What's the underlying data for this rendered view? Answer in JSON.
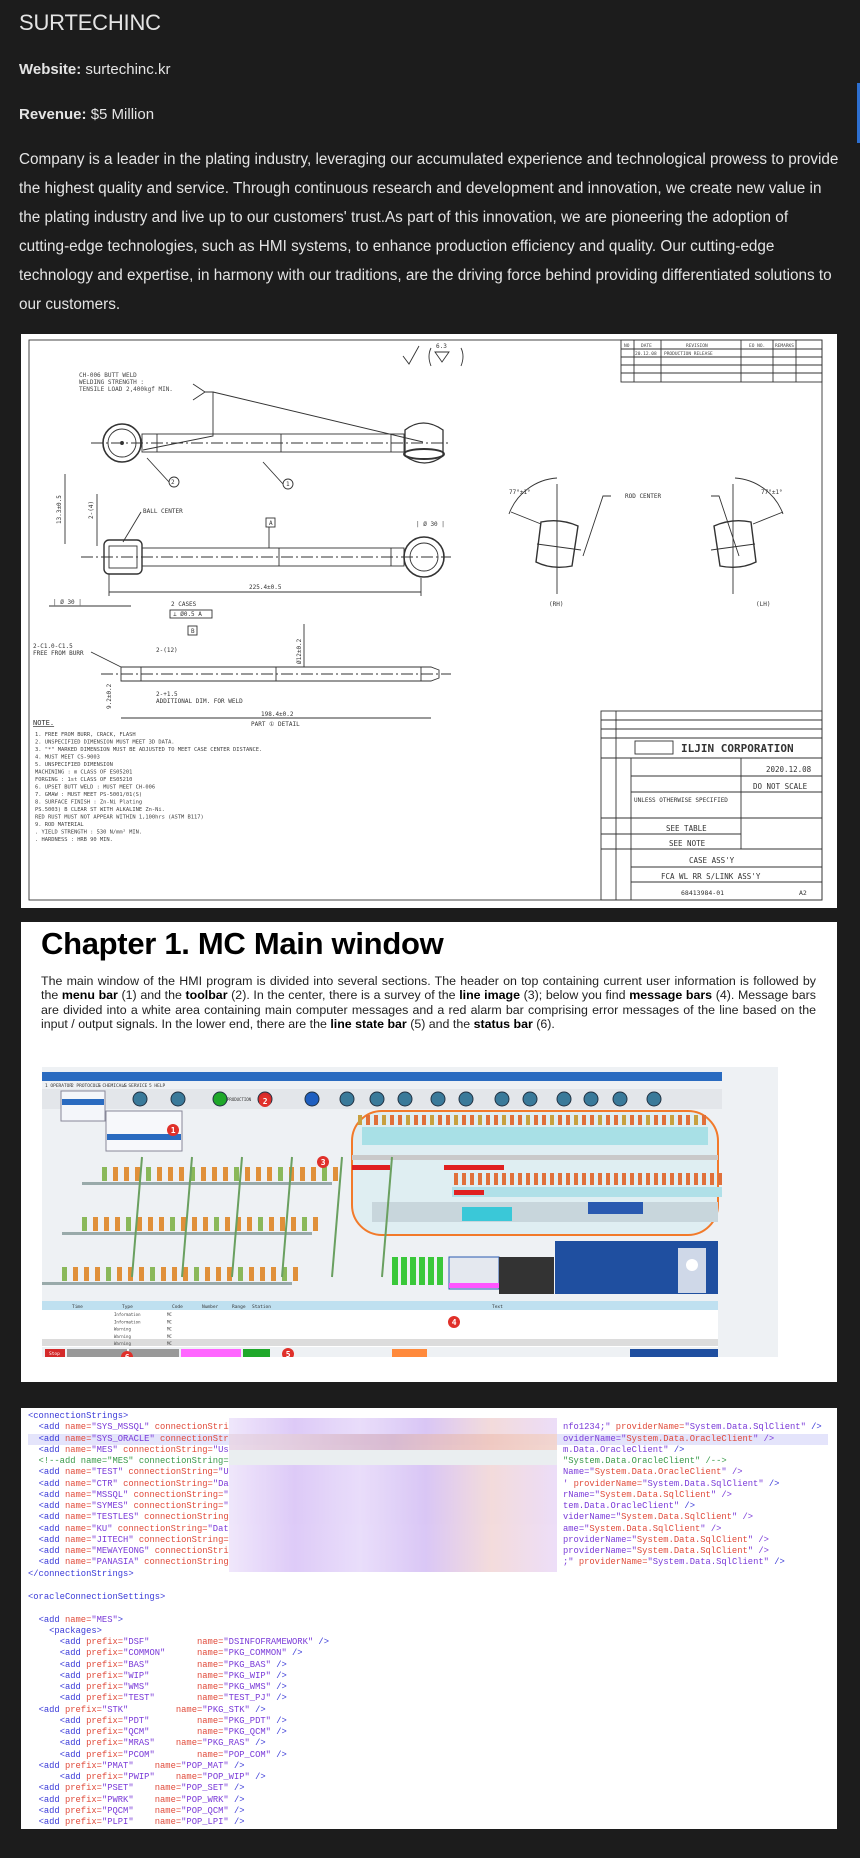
{
  "header": {
    "title": "SURTECHINC",
    "website_label": "Website:",
    "website_value": "surtechinc.kr",
    "revenue_label": "Revenue:",
    "revenue_value": "$5 Million",
    "description": "Company is a leader in the plating industry, leveraging our accumulated experience and technological prowess to provide the highest quality and service. Through continuous research and development and innovation, we create new value in the plating industry and live up to our customers' trust.As part of this innovation, we are pioneering the adoption of cutting-edge technologies, such as HMI systems, to enhance production efficiency and quality. Our cutting-edge technology and expertise, in harmony with our traditions, are the driving force behind providing differentiated solutions to our customers."
  },
  "drawing": {
    "weld_note": [
      "CH-006 BUTT WELD",
      "WELDING STRENGTH :",
      "TENSILE LOAD 2,400kgf MIN."
    ],
    "surface_symbol": "6.3",
    "balloon_1": "1",
    "balloon_2": "2",
    "dia_30": "| Ø 30 |",
    "ball_center": "BALL CENTER",
    "datum_a": "A",
    "datum_b": "B",
    "dim_13": "13.3±0.5",
    "dim_2_4": "2-(4)",
    "dim_225": "225.4±0.5",
    "two_cases": "2 CASES",
    "tolerance": "⊥ Ø0.5 A",
    "rod_center": "ROD CENTER",
    "angle": "77°±1°",
    "rh": "(RH)",
    "lh": "(LH)",
    "chamfer": [
      "2-C1.0-C1.5",
      "FREE FROM BURR"
    ],
    "dim_2_12": "2-(12)",
    "dim_12": "Ø12±0.2",
    "weld_add": [
      "2-+1.5",
      "ADDITIONAL DIM. FOR WELD"
    ],
    "dim_9": "9.2±0.2",
    "dim_198": "198.4±0.2",
    "part_detail": "PART ① DETAIL",
    "note_title": "NOTE.",
    "notes": [
      "1. FREE FROM BURR, CRACK, FLASH",
      "2. UNSPECIFIED DIMENSION MUST MEET 3D DATA.",
      "3. \"*\" MARKED DIMENSION MUST BE ADJUSTED TO MEET CASE CENTER DISTANCE.",
      "4. MUST MEET CS-9003",
      "5. UNSPECIFIED DIMENSION",
      "   MACHINING : m CLASS OF ES05201",
      "   FORGING : 1st CLASS OF ES05210",
      "6. UPSET BUTT WELD : MUST MEET CH-006",
      "7. GMAW : MUST MEET PS-5001/01(S)",
      "8. SURFACE FINISH : Zn-Ni Plating",
      "   PS.5003) B CLEAR ST WITH ALKALINE Zn-Ni.",
      "   RED RUST MUST NOT APPEAR WITHIN 1,100hrs (ASTM B117)",
      "9. ROD MATERIAL",
      "   . YIELD STRENGTH : 530 N/mm² MIN.",
      "   . HARDNESS : HRB 90 MIN."
    ],
    "revision_headers": [
      "NO",
      "DATE",
      "REVISION",
      "EO NO.",
      "REMARKS"
    ],
    "revision_row": [
      "",
      "20.12.08",
      "PRODUCTION RELEASE",
      "",
      ""
    ],
    "company": "ILJIN CORPORATION",
    "date": "2020.12.08",
    "do_not_scale": "DO NOT SCALE",
    "unless": "UNLESS OTHERWISE SPECIFIED",
    "see_table": "SEE TABLE",
    "see_note": "SEE NOTE",
    "part_name": "CASE ASS'Y",
    "assembly": "FCA WL RR S/LINK ASS'Y",
    "drawing_no": "68413984-01",
    "size": "A2"
  },
  "doc": {
    "title": "Chapter 1. MC Main window",
    "p1": "The main window of the HMI program is divided into several sections. The header on top containing current user information is followed by the ",
    "b1": "menu bar",
    "p2": " (1) and the ",
    "b2": "toolbar",
    "p3": " (2). In the center, there is a survey of the ",
    "b3": "line image",
    "p4": " (3); below you find ",
    "b4": "message bars",
    "p5": " (4). Message bars are divided into a white area containing main computer messages and a red alarm bar comprising error messages of the line based on the input / output signals. In the lower end, there are the ",
    "b5": "line state bar",
    "p6": " (5) and the ",
    "b6": "status bar",
    "p7": " (6)."
  },
  "hmi": {
    "menu": [
      "1 OPERATOR",
      "2 PROTOCOLS",
      "3 CHEMICALS",
      "4 SERVICE",
      "5 HELP"
    ],
    "toolbar_label": "PRODUCTION",
    "callouts": [
      "1",
      "2",
      "3",
      "4",
      "5",
      "6"
    ],
    "table_headers": [
      "Time",
      "Type",
      "Code",
      "Number",
      "Range",
      "Station",
      "Text"
    ],
    "rows": [
      {
        "type": "Information",
        "code": "MC"
      },
      {
        "type": "Information",
        "code": "MC"
      },
      {
        "type": "Warning",
        "code": "MC"
      },
      {
        "type": "Warning",
        "code": "MC"
      },
      {
        "type": "Warning",
        "code": "MC"
      }
    ],
    "status_stop": "Stop",
    "colors": {
      "title": "#2a6bc0",
      "stop": "#d42a2a",
      "pink": "#ff66ff",
      "green": "#1fa82a",
      "orange": "#ff8a3c",
      "blue": "#1f4fa0"
    }
  },
  "code": {
    "connection_lines": [
      {
        "left": "<connectionStrings>",
        "right": ""
      },
      {
        "left": "  <add name=\"SYS_MSSQL\" connectionStri",
        "right": "nfo1234;\" providerName=\"System.Data.SqlClient\" />"
      },
      {
        "left": "  <add name=\"SYS_ORACLE\" connectionStr",
        "right": "oviderName=\"System.Data.OracleClient\" />",
        "highlight": true
      },
      {
        "left": "  <add name=\"MES\" connectionString=\"Us",
        "right": "m.Data.OracleClient\" />"
      },
      {
        "left": "  <!--add name=\"MES\" connectionString=",
        "right": "\"System.Data.OracleClient\" /-->"
      },
      {
        "left": "  <add name=\"TEST\" connectionString=\"U",
        "right": "Name=\"System.Data.OracleClient\" />"
      },
      {
        "left": "  <add name=\"CTR\" connectionString=\"Da",
        "right": "' providerName=\"System.Data.SqlClient\" />"
      },
      {
        "left": "  <add name=\"MSSQL\" connectionString=\"",
        "right": "rName=\"System.Data.SqlClient\" />"
      },
      {
        "left": "  <add name=\"SYMES\" connectionString=\"",
        "right": "tem.Data.OracleClient\" />"
      },
      {
        "left": "  <add name=\"TESTLES\" connectionString",
        "right": "viderName=\"System.Data.SqlClient\" />"
      },
      {
        "left": "  <add name=\"KU\" connectionString=\"Dat",
        "right": "ame=\"System.Data.SqlClient\" />"
      },
      {
        "left": "  <add name=\"JITECH\" connectionString=",
        "right": "providerName=\"System.Data.SqlClient\" />"
      },
      {
        "left": "  <add name=\"MEWAYEONG\" connectionStri",
        "right": "providerName=\"System.Data.SqlClient\" />"
      },
      {
        "left": "  <add name=\"PANASIA\" connectionString",
        "right": ";\" providerName=\"System.Data.SqlClient\" />"
      },
      {
        "left": "</connectionStrings>",
        "right": ""
      }
    ],
    "oracle_lines": [
      "<oracleConnectionSettings>",
      "",
      "  <add name=\"MES\">",
      "    <packages>",
      "      <add prefix=\"DSF\"         name=\"DSINFOFRAMEWORK\" />",
      "      <add prefix=\"COMMON\"      name=\"PKG_COMMON\" />",
      "      <add prefix=\"BAS\"         name=\"PKG_BAS\" />",
      "      <add prefix=\"WIP\"         name=\"PKG_WIP\" />",
      "      <add prefix=\"WMS\"         name=\"PKG_WMS\" />",
      "      <add prefix=\"TEST\"        name=\"TEST_PJ\" />",
      "  <add prefix=\"STK\"         name=\"PKG_STK\" />",
      "      <add prefix=\"PDT\"         name=\"PKG_PDT\" />",
      "      <add prefix=\"QCM\"         name=\"PKG_QCM\" />",
      "      <add prefix=\"MRAS\"    name=\"PKG_RAS\" />",
      "      <add prefix=\"PCOM\"        name=\"POP_COM\" />",
      "  <add prefix=\"PMAT\"    name=\"POP_MAT\" />",
      "      <add prefix=\"PWIP\"    name=\"POP_WIP\" />",
      "  <add prefix=\"PSET\"    name=\"POP_SET\" />",
      "  <add prefix=\"PWRK\"    name=\"POP_WRK\" />",
      "  <add prefix=\"PQCM\"    name=\"POP_QCM\" />",
      "  <add prefix=\"PLPI\"    name=\"POP_LPI\" />"
    ]
  }
}
